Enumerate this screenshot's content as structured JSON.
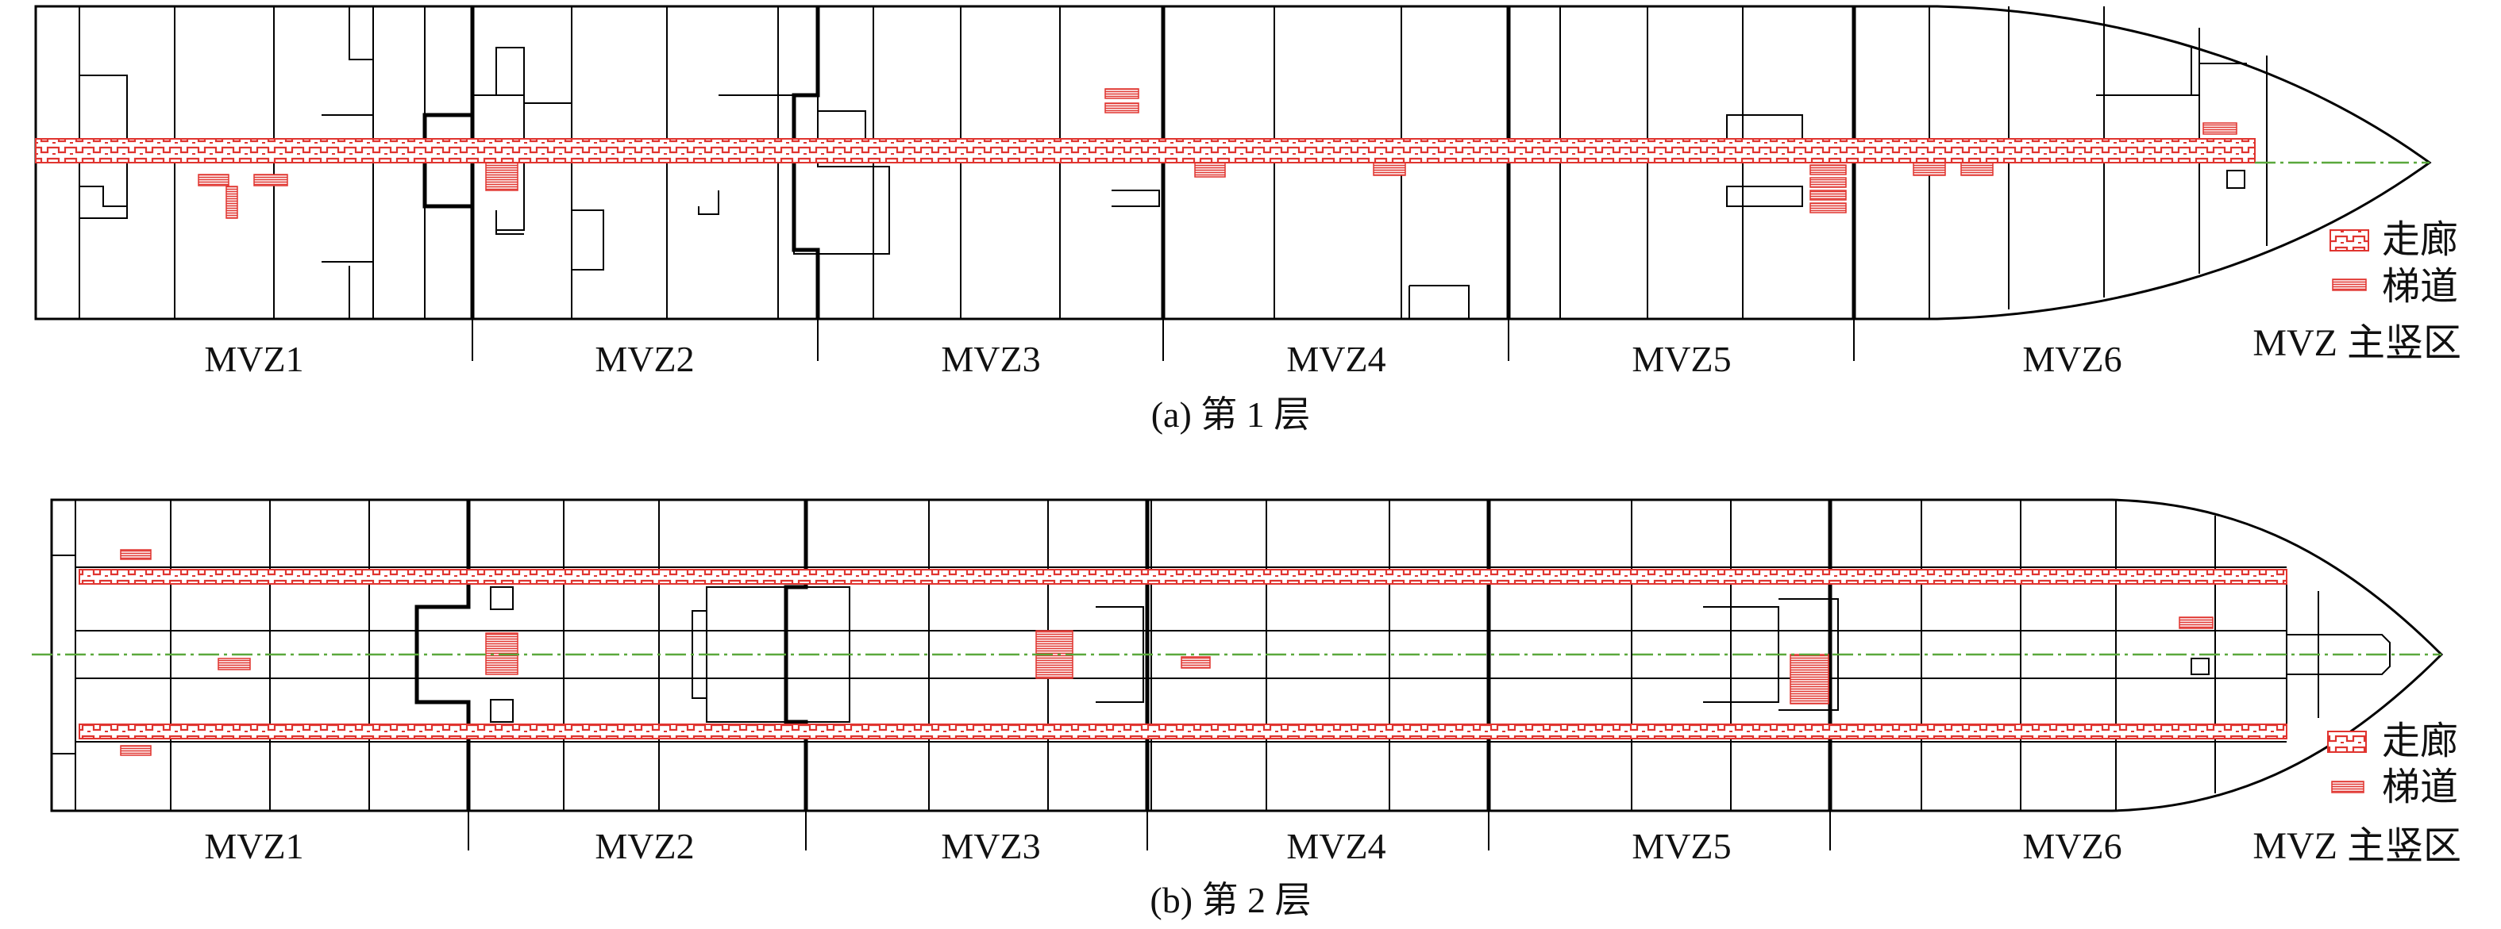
{
  "colors": {
    "outline": "#000000",
    "corridor": "#e0342f",
    "centerline": "#5aa83c",
    "background": "#ffffff"
  },
  "legend": {
    "corridor": "走廊",
    "stair": "梯道",
    "zone_note": "MVZ 主竖区"
  },
  "panels": [
    {
      "id": "a",
      "caption": "(a) 第 1 层",
      "zones": [
        "MVZ1",
        "MVZ2",
        "MVZ3",
        "MVZ4",
        "MVZ5",
        "MVZ6"
      ],
      "corridor_count": 1
    },
    {
      "id": "b",
      "caption": "(b) 第 2 层",
      "zones": [
        "MVZ1",
        "MVZ2",
        "MVZ3",
        "MVZ4",
        "MVZ5",
        "MVZ6"
      ],
      "corridor_count": 2
    }
  ]
}
